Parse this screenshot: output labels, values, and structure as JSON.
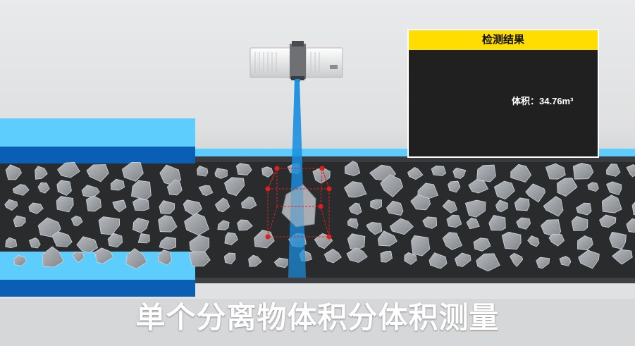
{
  "result_panel": {
    "title": "检测结果",
    "volume_label": "体积：",
    "volume_value": "34.76m³"
  },
  "caption": "单个分离物体积分体积测量",
  "colors": {
    "header_yellow": "#ffdd00",
    "panel_bg": "#202020",
    "belt_dark": "#2a2b2d",
    "belt_blue_light": "#5ccdfc",
    "belt_blue_dark": "#0a5fb4",
    "laser_blue": "#1a8fe0",
    "bbox_red": "#e02020"
  },
  "icons": {
    "sensor": "line-laser-scanner-icon",
    "rock": "stone-icon",
    "bbox": "3d-bounding-box-icon",
    "rock_outline": "measured-stone-outline-icon"
  }
}
